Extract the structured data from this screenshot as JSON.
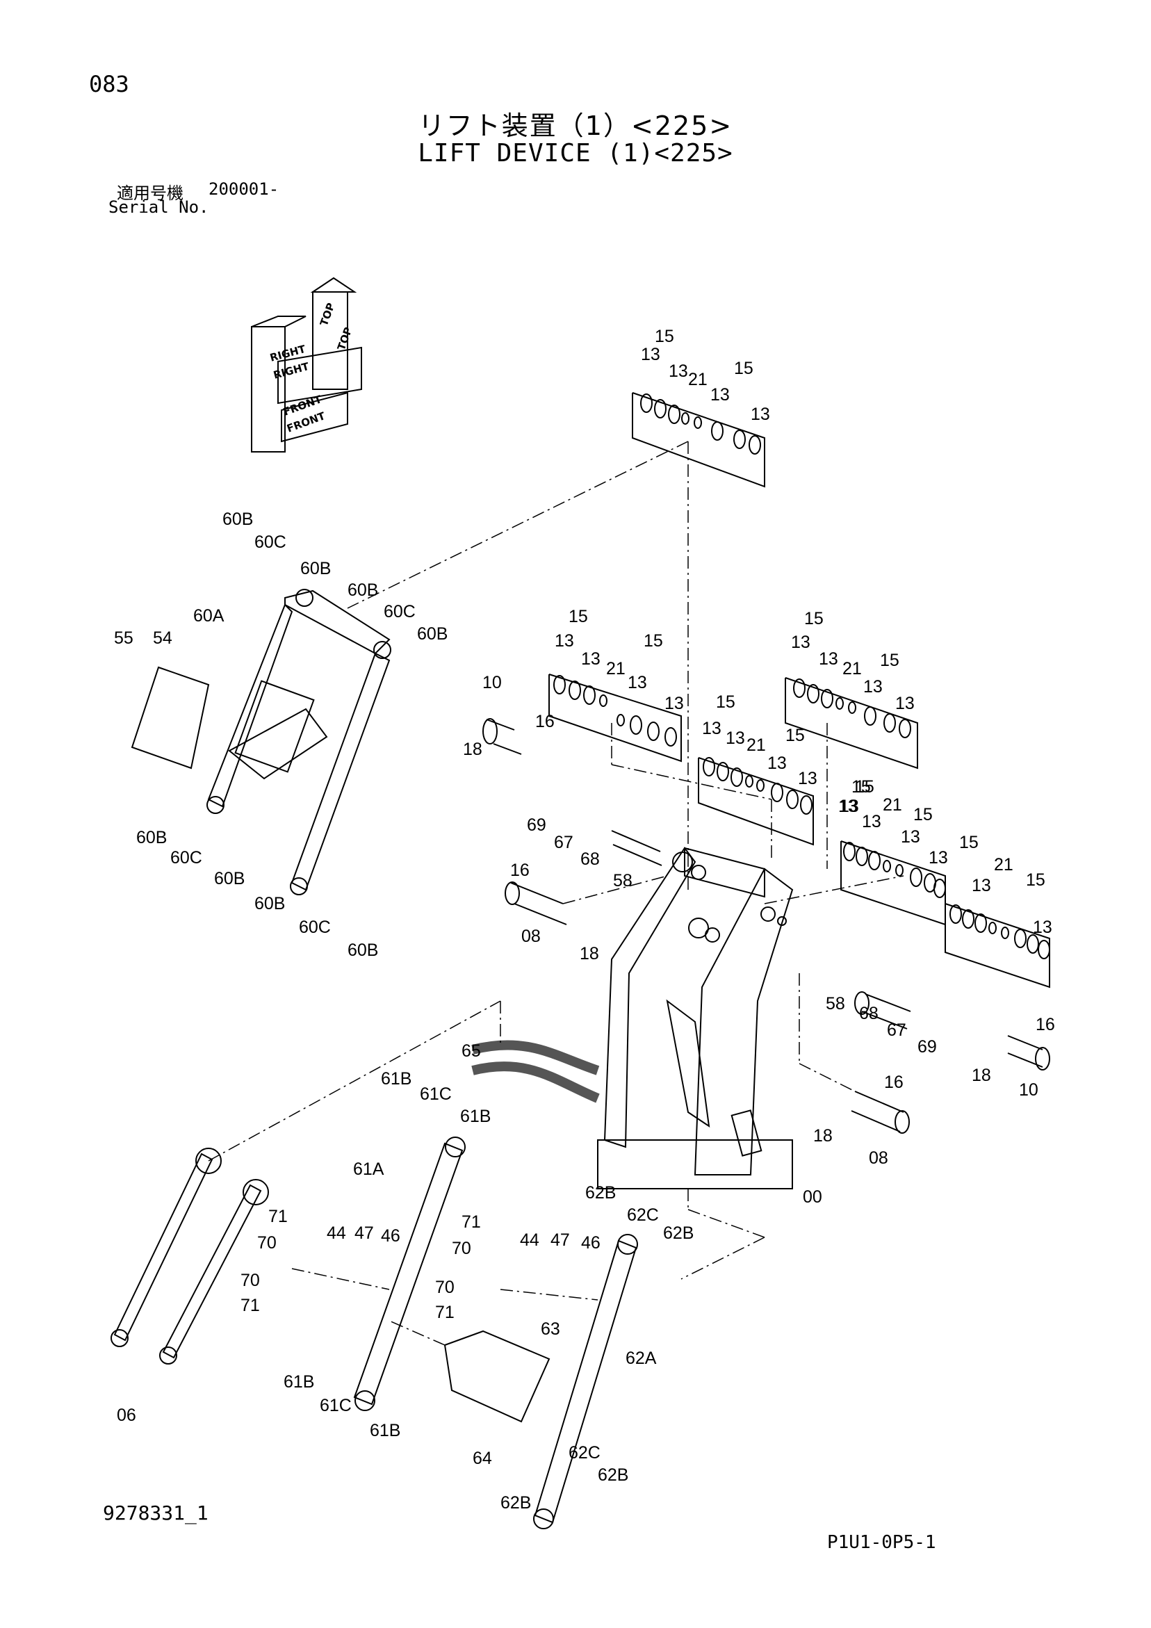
{
  "page": {
    "number": "083"
  },
  "title": {
    "japanese": "リフト装置（1）<225>",
    "english": "LIFT DEVICE (1)<225>"
  },
  "serial": {
    "label_jp": "適用号機",
    "value": "200001-",
    "label_en": "Serial No."
  },
  "orientation": {
    "labels": [
      "TOP",
      "TOP",
      "RIGHT",
      "RIGHT",
      "FRONT",
      "FRONT"
    ]
  },
  "footer": {
    "drawing_number": "9278331_1",
    "page_code": "P1U1-0P5-1"
  },
  "callouts": [
    "15",
    "13",
    "13",
    "21",
    "15",
    "13",
    "13",
    "60B",
    "60C",
    "60B",
    "60B",
    "60C",
    "60B",
    "60A",
    "55",
    "54",
    "60B",
    "60C",
    "60B",
    "60B",
    "60C",
    "60B",
    "15",
    "13",
    "13",
    "21",
    "15",
    "13",
    "13",
    "10",
    "16",
    "18",
    "69",
    "67",
    "68",
    "58",
    "16",
    "08",
    "18",
    "15",
    "13",
    "13",
    "21",
    "13",
    "15",
    "13",
    "15",
    "13",
    "13",
    "21",
    "15",
    "13",
    "13",
    "15",
    "13",
    "15",
    "13",
    "13",
    "21",
    "15",
    "13",
    "15",
    "13",
    "21",
    "15",
    "13",
    "13",
    "58",
    "68",
    "67",
    "69",
    "16",
    "18",
    "10",
    "16",
    "18",
    "08",
    "00",
    "65",
    "61B",
    "61C",
    "61B",
    "61A",
    "71",
    "70",
    "70",
    "71",
    "44",
    "47",
    "46",
    "62B",
    "62C",
    "62B",
    "71",
    "70",
    "70",
    "71",
    "44",
    "47",
    "46",
    "63",
    "62A",
    "61B",
    "61C",
    "61B",
    "06",
    "64",
    "62C",
    "62B",
    "62B"
  ]
}
